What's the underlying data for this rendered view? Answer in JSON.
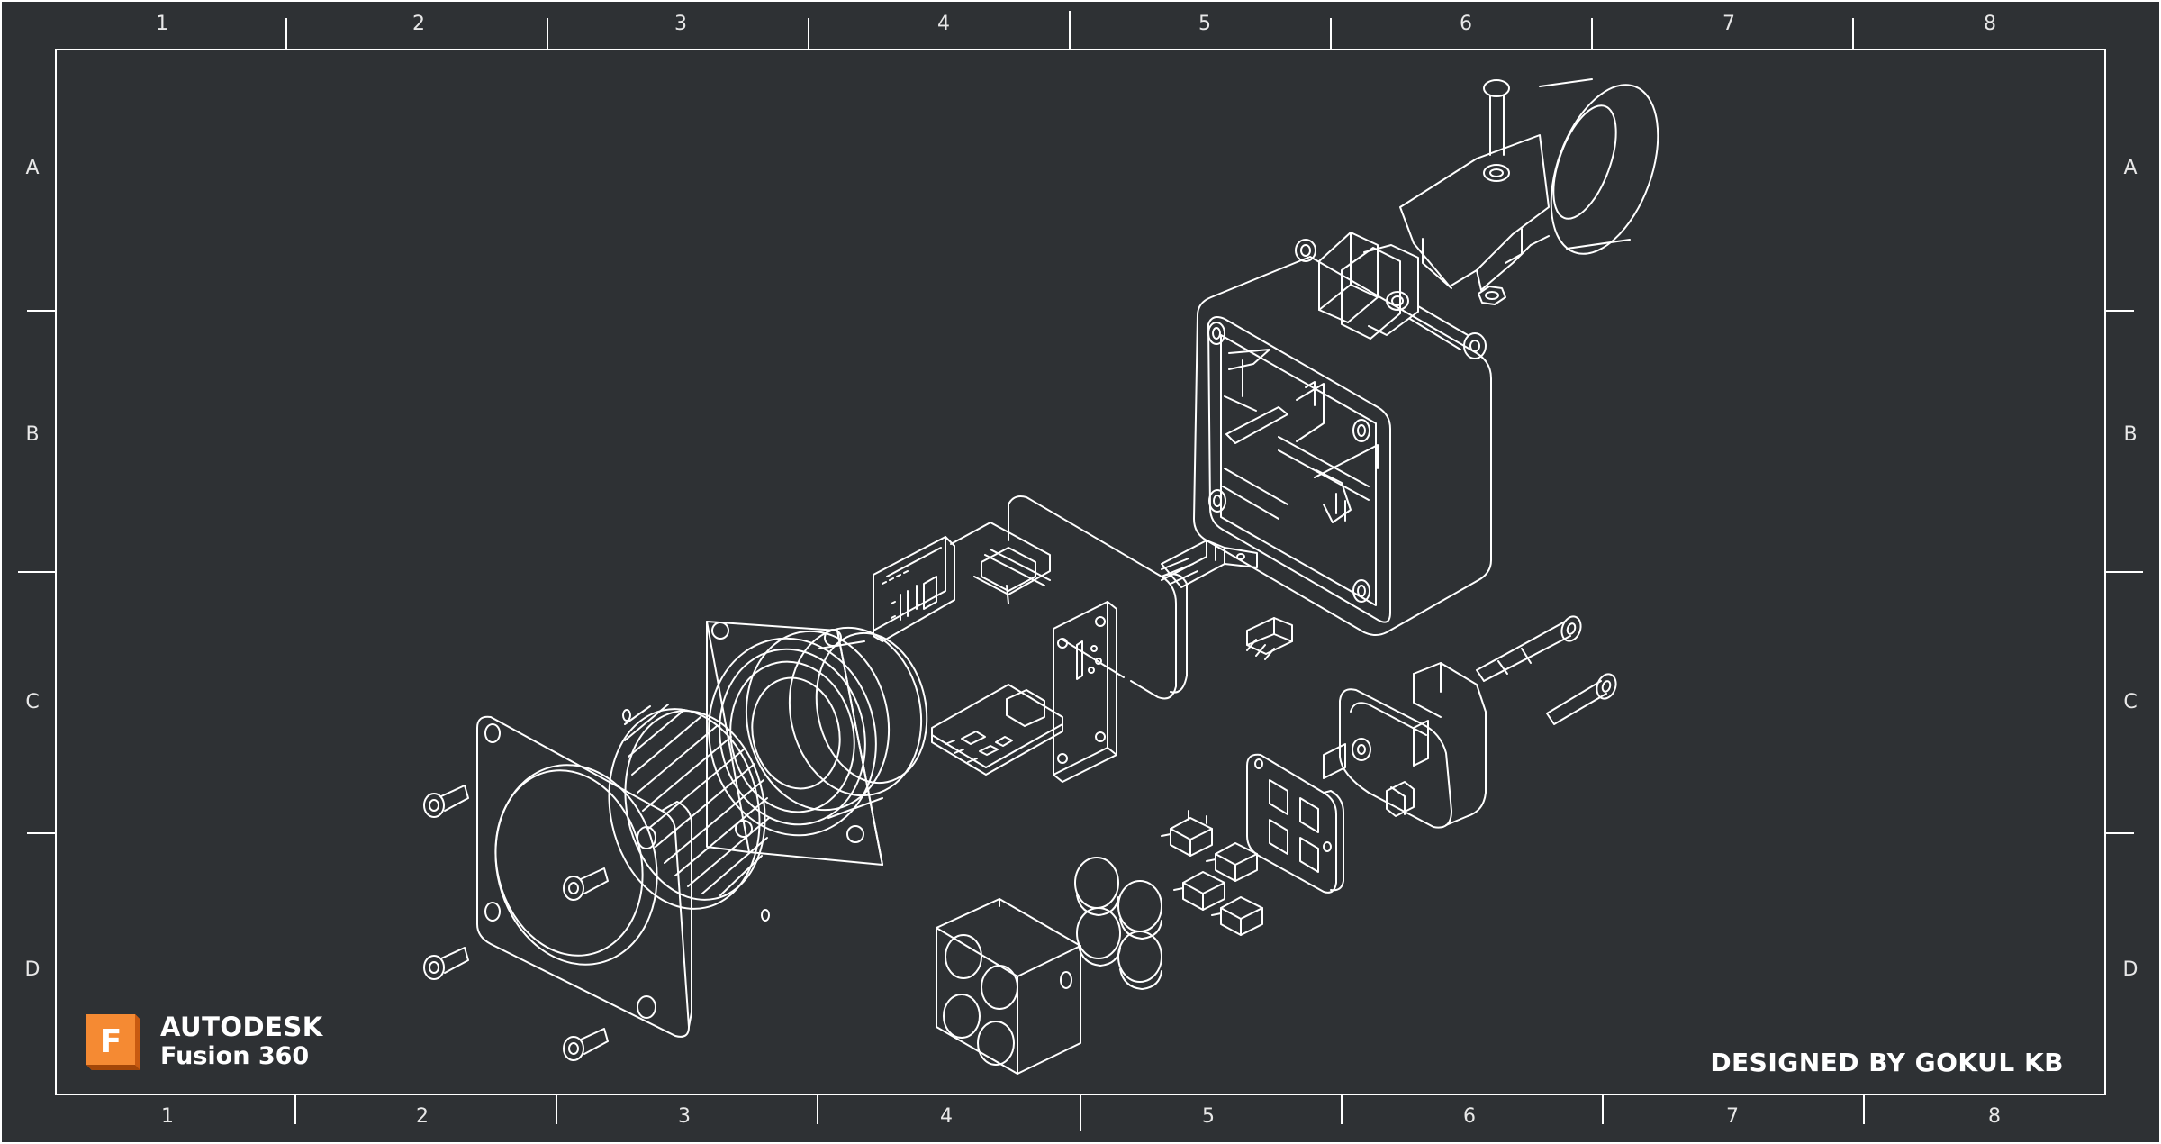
{
  "title_block": {
    "columns_top": [
      "1",
      "2",
      "3",
      "4",
      "5",
      "6",
      "7",
      "8"
    ],
    "columns_bottom": [
      "1",
      "2",
      "3",
      "4",
      "5",
      "6",
      "7",
      "8"
    ],
    "rows_left": [
      "A",
      "B",
      "C",
      "D"
    ],
    "rows_right": [
      "A",
      "B",
      "C",
      "D"
    ]
  },
  "branding": {
    "logo_letter": "F",
    "brand": "AUTODESK",
    "product": "Fusion 360",
    "accent_color": "#f37a22"
  },
  "credit": "DESIGNED BY GOKUL KB",
  "colors": {
    "background": "#2e3134",
    "linework": "#ffffff"
  }
}
